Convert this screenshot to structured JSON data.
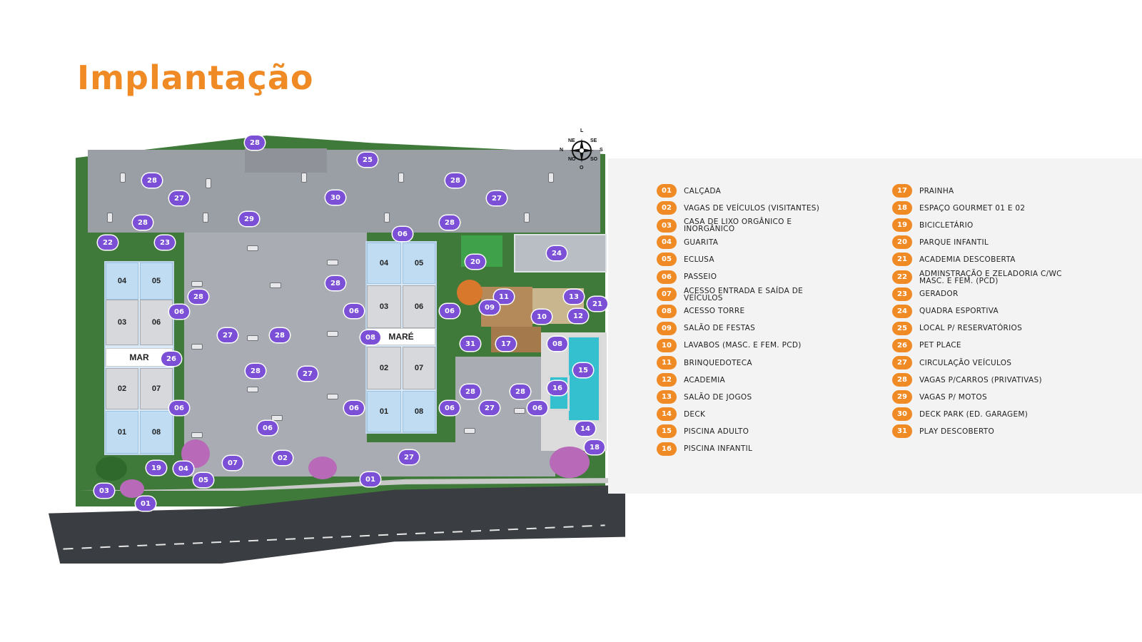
{
  "page": {
    "title": "Implantação"
  },
  "map": {
    "towers": [
      {
        "label": "MAR",
        "units": [
          "04",
          "05",
          "03",
          "06",
          "02",
          "07",
          "01",
          "08"
        ]
      },
      {
        "label": "MARÉ",
        "units": [
          "04",
          "05",
          "03",
          "06",
          "02",
          "07",
          "01",
          "08"
        ]
      }
    ],
    "compass": {
      "n": "N",
      "s": "S",
      "l": "L",
      "o": "O",
      "ne": "NE",
      "se": "SE",
      "no": "NO",
      "so": "SO"
    },
    "pins": [
      "28",
      "25",
      "28",
      "27",
      "30",
      "28",
      "27",
      "28",
      "29",
      "28",
      "22",
      "23",
      "06",
      "20",
      "24",
      "04",
      "05",
      "28",
      "28",
      "06",
      "06",
      "11",
      "13",
      "09",
      "21",
      "03",
      "06",
      "10",
      "12",
      "27",
      "28",
      "08",
      "26",
      "31",
      "17",
      "08",
      "15",
      "28",
      "27",
      "16",
      "28",
      "28",
      "06",
      "06",
      "06",
      "06",
      "27",
      "06",
      "14",
      "06",
      "18",
      "19",
      "04",
      "07",
      "02",
      "27",
      "05",
      "03",
      "01",
      "01"
    ]
  },
  "legend": {
    "colors": {
      "badge": "#f08a24",
      "pin": "#7b4fd6",
      "title": "#f08a24"
    },
    "left": [
      {
        "num": "01",
        "text": "CALÇADA"
      },
      {
        "num": "02",
        "text": "VAGAS DE VEÍCULOS (VISITANTES)"
      },
      {
        "num": "03",
        "text": "CASA DE LIXO ORGÂNICO E INORGÂNICO"
      },
      {
        "num": "04",
        "text": "GUARITA"
      },
      {
        "num": "05",
        "text": "ECLUSA"
      },
      {
        "num": "06",
        "text": "PASSEIO"
      },
      {
        "num": "07",
        "text": "ACESSO ENTRADA E SAÍDA DE VEÍCULOS"
      },
      {
        "num": "08",
        "text": "ACESSO TORRE"
      },
      {
        "num": "09",
        "text": "SALÃO DE FESTAS"
      },
      {
        "num": "10",
        "text": "LAVABOS (MASC. E FEM. PCD)"
      },
      {
        "num": "11",
        "text": "BRINQUEDOTECA"
      },
      {
        "num": "12",
        "text": "ACADEMIA"
      },
      {
        "num": "13",
        "text": "SALÃO DE JOGOS"
      },
      {
        "num": "14",
        "text": "DECK"
      },
      {
        "num": "15",
        "text": "PISCINA ADULTO"
      },
      {
        "num": "16",
        "text": "PISCINA INFANTIL"
      }
    ],
    "right": [
      {
        "num": "17",
        "text": "PRAINHA"
      },
      {
        "num": "18",
        "text": "ESPAÇO GOURMET 01 E 02"
      },
      {
        "num": "19",
        "text": "BICICLETÁRIO"
      },
      {
        "num": "20",
        "text": "PARQUE INFANTIL"
      },
      {
        "num": "21",
        "text": "ACADEMIA DESCOBERTA"
      },
      {
        "num": "22",
        "text": "ADMINSTRAÇÃO E ZELADORIA C/WC MASC. E FEM. (PCD)"
      },
      {
        "num": "23",
        "text": "GERADOR"
      },
      {
        "num": "24",
        "text": "QUADRA ESPORTIVA"
      },
      {
        "num": "25",
        "text": "LOCAL P/ RESERVATÓRIOS"
      },
      {
        "num": "26",
        "text": "PET PLACE"
      },
      {
        "num": "27",
        "text": "CIRCULAÇÃO VEÍCULOS"
      },
      {
        "num": "28",
        "text": "VAGAS P/CARROS (PRIVATIVAS)"
      },
      {
        "num": "29",
        "text": "VAGAS P/ MOTOS"
      },
      {
        "num": "30",
        "text": "DECK PARK (ED. GARAGEM)"
      },
      {
        "num": "31",
        "text": "PLAY DESCOBERTO"
      }
    ]
  }
}
